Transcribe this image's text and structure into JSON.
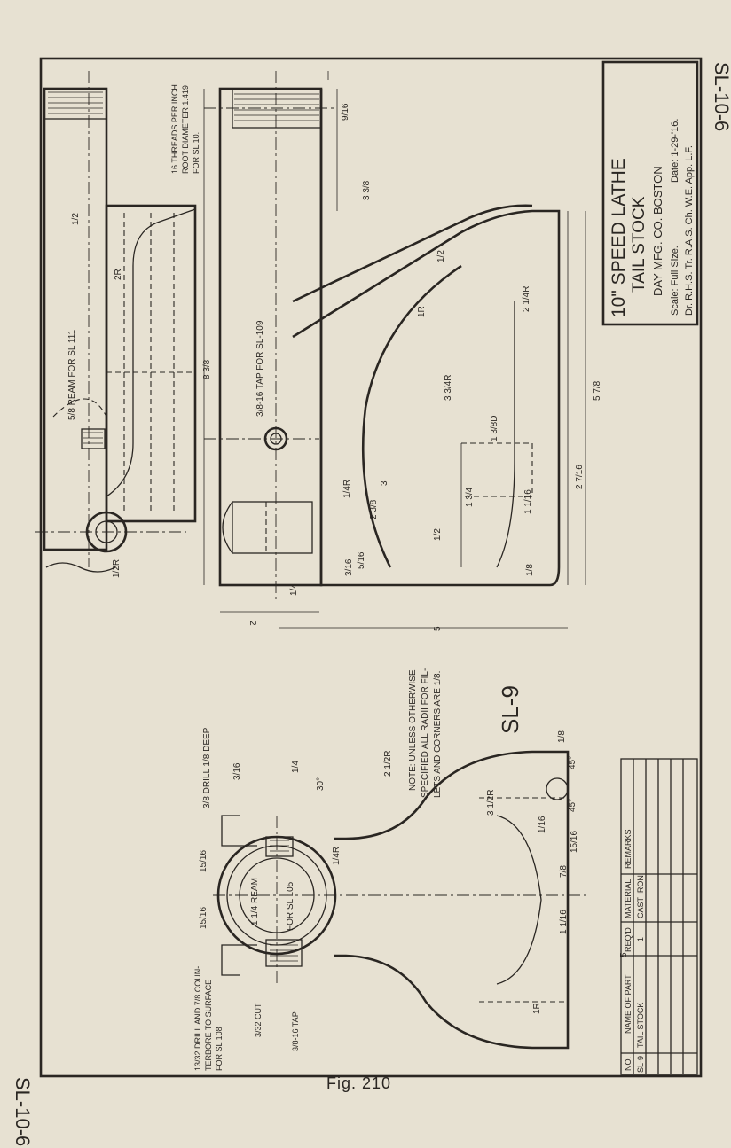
{
  "page": {
    "side_label_top": "SL-10-6",
    "side_label_bottom": "SL-10-6",
    "figure_caption": "Fig. 210"
  },
  "title_block": {
    "title_line1": "10\" SPEED LATHE",
    "title_line2": "TAIL STOCK",
    "company": "DAY MFG. CO.  BOSTON",
    "scale": "Scale: Full Size.",
    "date": "Date: 1-29-'16.",
    "signatures": "Dr. R.H.S.  Tr. R.A.S.  Ch. W.E.  App. L.F."
  },
  "part_label": "SL-9",
  "notes": {
    "general_line1": "NOTE: UNLESS OTHERWISE",
    "general_line2": "SPECIFIED ALL RADII FOR FIL-",
    "general_line3": "LETS AND CORNERS ARE 1/8.",
    "threads_line1": "16 THREADS PER INCH",
    "threads_line2": "ROOT DIAMETER 1.419",
    "threads_line3": "FOR SL 10.",
    "ream_top": "5/8 REAM FOR SL 111",
    "tap_top": "3/8-16 TAP FOR SL-109",
    "drill_deep": "3/8 DRILL 1/8 DEEP",
    "drill_counterbore_line1": "13/32 DRILL AND 7/8 COUN-",
    "drill_counterbore_line2": "TERBORE TO SURFACE",
    "drill_counterbore_line3": "FOR SL 108",
    "cut": "3/32 CUT",
    "tap_bottom": "3/8-16 TAP",
    "ream_bore": "1 1/4 REAM",
    "ream_for": "FOR SL 105"
  },
  "dimensions": {
    "d_half_top": "1/2",
    "d_2r_small": "2R",
    "d_8_3_8": "8 3/8",
    "d_3_3_8": "3 3/8",
    "d_9_16": "9/16",
    "d_1_2_top": "1/2",
    "d_1r": "1R",
    "d_2_1_4r": "2 1/4R",
    "d_3_3_4r": "3 3/4R",
    "d_1_3_8d": "1 3/8D",
    "d_1_1_16": "1 1/16",
    "d_3": "3",
    "d_2_7_16": "2 7/16",
    "d_5_7_8": "5 7/8",
    "d_1_3_4": "1 3/4",
    "d_1_1_4r": "1/4R",
    "d_2_3_8": "2 3/8",
    "d_1_2_mid": "1/2",
    "d_1_8": "1/8",
    "d_5": "5",
    "d_2": "2",
    "d_1_4": "1/4",
    "d_3_16": "3/16",
    "d_5_16": "5/16",
    "d_1_2r": "1/2R",
    "d_2_1_2r": "2 1/2R",
    "d_3_1_2r": "3 1/2R",
    "d_30": "30°",
    "d_45a": "45°",
    "d_45b": "45°",
    "d_15_16a": "15/16",
    "d_15_16b": "15/16",
    "d_15_16c": "15/16",
    "d_7_8": "7/8",
    "d_1_1_16b": "1 1/16",
    "d_5_bottom": "5",
    "d_1r_bottom": "1R",
    "d_1_4r_bottom": "1/4R",
    "d_3_16_top": "3/16",
    "d_1_4_top": "1/4",
    "d_1_16": "1/16",
    "d_1_8_small": "1/8"
  },
  "parts_table": {
    "headers": [
      "NO.",
      "NAME OF PART",
      "REQ'D",
      "MATERIAL",
      "REMARKS"
    ],
    "rows": [
      [
        "SL-9",
        "TAIL STOCK",
        "1",
        "CAST IRON",
        ""
      ]
    ]
  },
  "colors": {
    "paper": "#e7e1d2",
    "ink": "#2a2622"
  }
}
